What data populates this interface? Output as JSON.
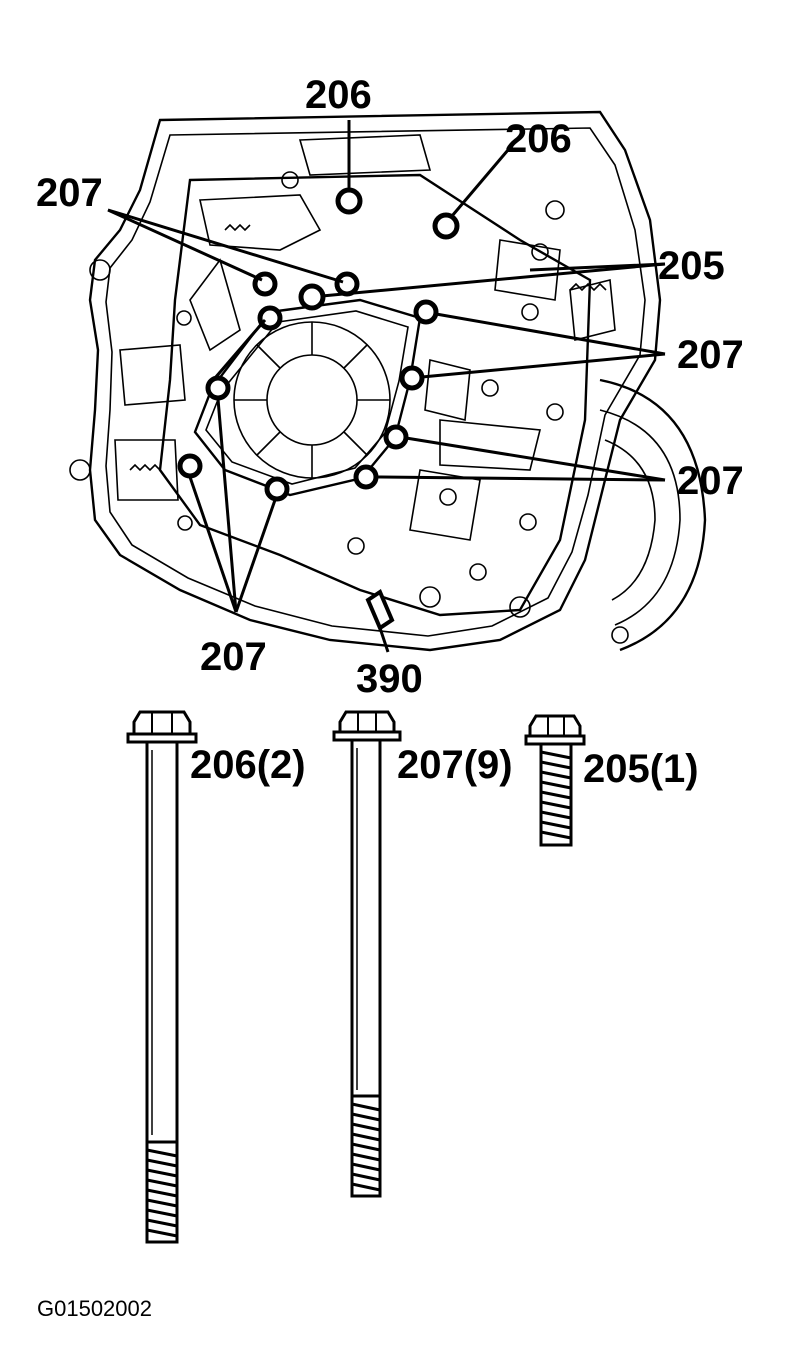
{
  "callouts": {
    "c206_top": "206",
    "c206_right": "206",
    "c207_upper_left": "207",
    "c205": "205",
    "c207_right_upper": "207",
    "c207_right_lower": "207",
    "c207_bottom": "207",
    "c390": "390"
  },
  "fasteners": [
    {
      "label": "206(2)",
      "part": "206",
      "quantity": 2
    },
    {
      "label": "207(9)",
      "part": "207",
      "quantity": 9
    },
    {
      "label": "205(1)",
      "part": "205",
      "quantity": 1
    }
  ],
  "figure_id": "G01502002",
  "colors": {
    "ink": "#000000",
    "paper": "#ffffff"
  }
}
